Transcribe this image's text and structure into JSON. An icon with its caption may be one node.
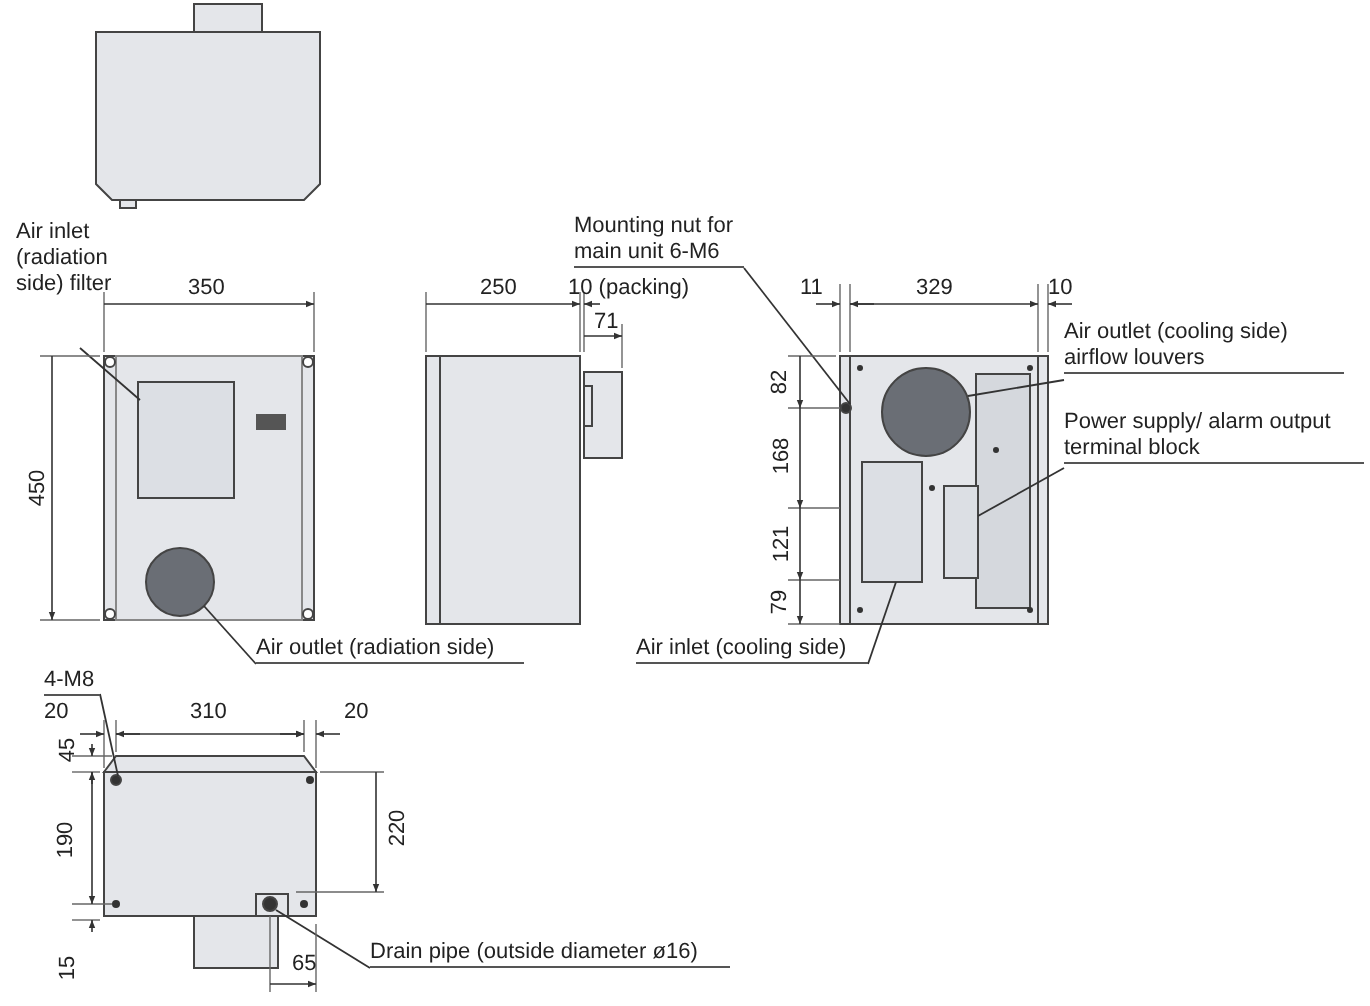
{
  "diagram": {
    "nodes": [
      {
        "text": [
          "Air inlet (radiation side) filter"
        ]
      },
      {
        "text": [],
        "shape": "box"
      },
      {
        "text": [
          "Air outlet (radiation side)"
        ]
      },
      {
        "text": [],
        "shape": "circle"
      },
      {
        "text": [
          "Mounting nut for main unit 6-M6"
        ]
      },
      {
        "text": [],
        "shape": "circle"
      },
      {
        "text": [
          "Air outlet (cooling side) airflow louvers"
        ]
      },
      {
        "text": [],
        "shape": "circle"
      },
      {
        "text": [
          "Power supply/ alarm output terminal block"
        ]
      },
      {
        "text": [],
        "shape": "box"
      },
      {
        "text": [
          "Air inlet (cooling side)"
        ]
      },
      {
        "text": [],
        "shape": "box"
      },
      {
        "text": [
          "4-M8"
        ]
      },
      {
        "text": [],
        "shape": "circle"
      },
      {
        "text": [
          "Drain pipe (outside diameter ø16)"
        ]
      },
      {
        "text": [],
        "shape": "circle"
      }
    ],
    "edges": [
      {
        "from": 0,
        "to": 1,
        "arrow": "none"
      },
      {
        "from": 2,
        "to": 3,
        "arrow": "none"
      },
      {
        "from": 4,
        "to": 5,
        "arrow": "none"
      },
      {
        "from": 6,
        "to": 7,
        "arrow": "none"
      },
      {
        "from": 8,
        "to": 9,
        "arrow": "none"
      },
      {
        "from": 10,
        "to": 11,
        "arrow": "none"
      },
      {
        "from": 12,
        "to": 13,
        "arrow": "none"
      },
      {
        "from": 14,
        "to": 15,
        "arrow": "none"
      }
    ],
    "labels": [
      "350",
      "450",
      "250",
      "10 (packing)",
      "71",
      "11",
      "329",
      "10",
      "82",
      "168",
      "121",
      "79",
      "20",
      "310",
      "20",
      "45",
      "190",
      "15",
      "220",
      "65"
    ]
  }
}
